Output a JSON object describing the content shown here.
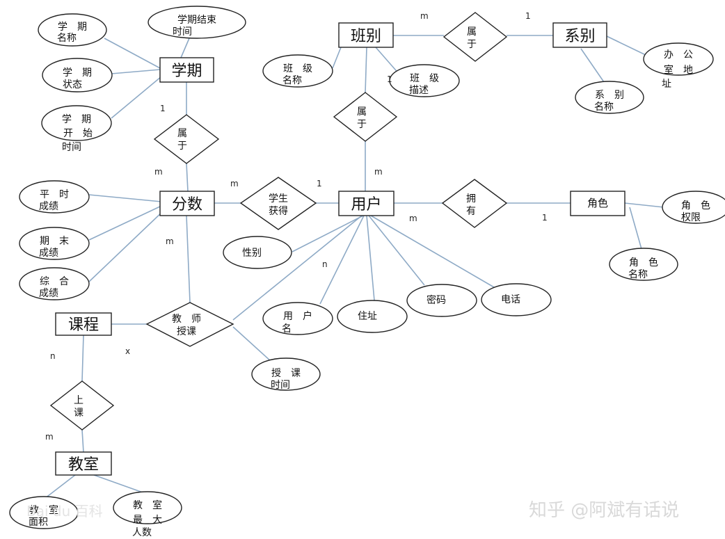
{
  "entities": {
    "xueqi": "学期",
    "banbie": "班别",
    "xibie": "系别",
    "fenshu": "分数",
    "yonghu": "用户",
    "juese": "角色",
    "kecheng": "课程",
    "jiaoshi": "教室"
  },
  "attributes": {
    "xq_name": [
      "学　期",
      "名称"
    ],
    "xq_end": [
      "学期结束",
      "时间"
    ],
    "xq_state": [
      "学　期",
      "状态"
    ],
    "xq_start": [
      "学　期",
      "开　始",
      "时间"
    ],
    "bj_name": [
      "班　级",
      "名称"
    ],
    "bj_desc": [
      "班　级",
      "描述"
    ],
    "xb_office": [
      "办　公",
      "室　地",
      "址"
    ],
    "xb_name": [
      "系　别",
      "名称"
    ],
    "fs_ps": [
      "平　时",
      "成绩"
    ],
    "fs_qm": [
      "期　末",
      "成绩"
    ],
    "fs_zh": [
      "综　合",
      "成绩"
    ],
    "yh_sex": [
      "性别"
    ],
    "yh_name": [
      "用　户",
      "名"
    ],
    "yh_addr": [
      "住址"
    ],
    "yh_pwd": [
      "密码"
    ],
    "yh_tel": [
      "电话"
    ],
    "js_perm": [
      "角　色",
      "权限"
    ],
    "js_name": [
      "角　色",
      "名称"
    ],
    "sk_time": [
      "授　课",
      "时间"
    ],
    "room_area": [
      "教　室",
      "面积"
    ],
    "room_max": [
      "教　室",
      "最　大",
      "人数"
    ]
  },
  "relationships": {
    "r_xq_fs": [
      "属",
      "于"
    ],
    "r_bj_xb": [
      "属",
      "于"
    ],
    "r_yh_bj": [
      "属",
      "于"
    ],
    "r_fs_yh": [
      "学生",
      "获得"
    ],
    "r_yh_js": [
      "拥",
      "有"
    ],
    "r_teach": [
      "教　师",
      "授课"
    ],
    "r_class": [
      "上",
      "课"
    ]
  },
  "cardinalities": {
    "c1": "m",
    "c2": "1",
    "c3": "1",
    "c4": "1",
    "c5": "m",
    "c6": "m",
    "c7": "1",
    "c8": "m",
    "c9": "m",
    "c10": "1",
    "c11": "m",
    "c12": "n",
    "c13": "n",
    "c14": "x",
    "c15": "m"
  },
  "watermark": {
    "left": "Bai du 百科",
    "right": "知乎 @阿斌有话说"
  }
}
